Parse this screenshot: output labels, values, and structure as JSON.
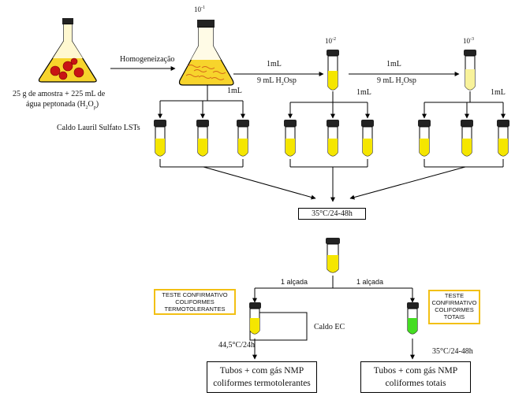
{
  "sample": {
    "text_line1": "25 g de amostra + 225 mL de",
    "text_line2": "água peptonada (H",
    "text_line2_sub": "2",
    "text_line2_mid": "O",
    "text_line2_sub2": "p",
    "text_line2_end": ")"
  },
  "dilutions": {
    "d1": "10",
    "d1_exp": "-1",
    "d2": "10",
    "d2_exp": "-2",
    "d3": "10",
    "d3_exp": "-3"
  },
  "steps": {
    "homog": "Homogeneização",
    "transfer1": "1mL",
    "transfer2": "1mL",
    "diluent1_pre": "9 mL H",
    "diluent1_sub": "2",
    "diluent1_post": "Osp",
    "diluent2_pre": "9 mL H",
    "diluent2_sub": "2",
    "diluent2_post": "Osp",
    "ml_a": "1mL",
    "ml_b": "1mL",
    "ml_c": "1mL"
  },
  "broth": {
    "lst": "Caldo Lauril Sulfato LSTs",
    "ec": "Caldo EC"
  },
  "incubation": {
    "presumptive": "35°C/24-48h",
    "thermo": "44,5°C/24h",
    "total": "35°C/24-48h"
  },
  "loops": {
    "left": "1 alçada",
    "right": "1 alçada"
  },
  "confirm": {
    "thermo": [
      "TESTE CONFIRMATIVO",
      "COLIFORMES",
      "TERMOTOLERANTES"
    ],
    "total": [
      "TESTE",
      "CONFIRMATIVO",
      "COLIFORMES",
      "TOTAIS"
    ]
  },
  "results": {
    "thermo_line1": "Tubos + com gás NMP",
    "thermo_line2": "coliformes termotolerantes",
    "total_line1": "Tubos + com gás NMP",
    "total_line2": "coliformes totais"
  },
  "colors": {
    "yellow_broth": "#f5e600",
    "green_broth": "#44dd22",
    "flask_fill": "#f7d42c",
    "box_border": "#f2c014"
  }
}
